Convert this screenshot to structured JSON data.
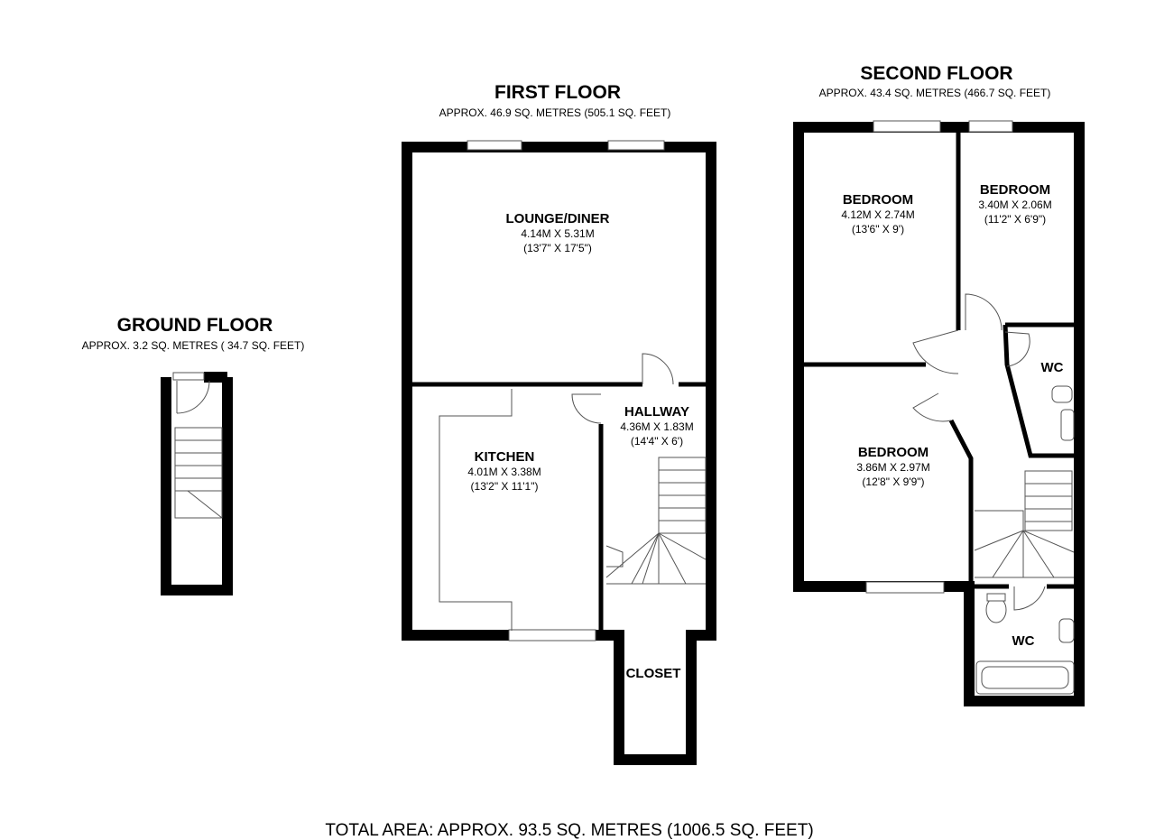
{
  "floors": {
    "ground": {
      "title": "GROUND FLOOR",
      "area": "APPROX.  3.2 SQ. METRES ( 34.7 SQ. FEET)"
    },
    "first": {
      "title": "FIRST FLOOR",
      "area": "APPROX.  46.9 SQ. METRES (505.1 SQ. FEET)"
    },
    "second": {
      "title": "SECOND FLOOR",
      "area": "APPROX.  43.4 SQ. METRES (466.7 SQ. FEET)"
    }
  },
  "rooms": {
    "lounge": {
      "name": "LOUNGE/DINER",
      "metric": "4.14M X 5.31M",
      "imperial": "(13'7\" X 17'5\")"
    },
    "kitchen": {
      "name": "KITCHEN",
      "metric": "4.01M X 3.38M",
      "imperial": "(13'2\" X 11'1\")"
    },
    "hallway": {
      "name": "HALLWAY",
      "metric": "4.36M X 1.83M",
      "imperial": "(14'4\" X 6')"
    },
    "closet": {
      "name": "CLOSET"
    },
    "bedroom1": {
      "name": "BEDROOM",
      "metric": "4.12M X 2.74M",
      "imperial": "(13'6\" X 9')"
    },
    "bedroom2": {
      "name": "BEDROOM",
      "metric": "3.40M X 2.06M",
      "imperial": "(11'2\" X 6'9\")"
    },
    "bedroom3": {
      "name": "BEDROOM",
      "metric": "3.86M X 2.97M",
      "imperial": "(12'8\" X 9'9\")"
    },
    "wc_upper": {
      "name": "WC"
    },
    "wc_lower": {
      "name": "WC"
    }
  },
  "total": "TOTAL AREA: APPROX.  93.5 SQ. METRES (1006.5 SQ. FEET)"
}
